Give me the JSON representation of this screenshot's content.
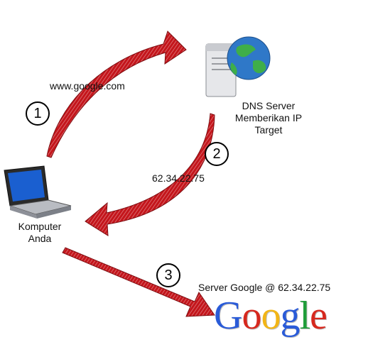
{
  "labels": {
    "query": "www.google.com",
    "dns_line1": "DNS Server",
    "dns_line2": "Memberikan IP",
    "dns_line3": "Target",
    "reply": "62.34.22.75",
    "computer_line1": "Komputer",
    "computer_line2": "Anda",
    "google_server": "Server Google @ 62.34.22.75"
  },
  "steps": [
    "1",
    "2",
    "3"
  ],
  "logo": {
    "text": "Google",
    "letter_colors": [
      "#2a5bd8",
      "#d6281e",
      "#f2b516",
      "#2a5bd8",
      "#1f9d3a",
      "#d6281e"
    ]
  },
  "colors": {
    "arrow": "#c4161c",
    "arrow_dark": "#7d0c10"
  },
  "icons": {
    "computer": "laptop-icon",
    "dns": "server-globe-icon"
  }
}
